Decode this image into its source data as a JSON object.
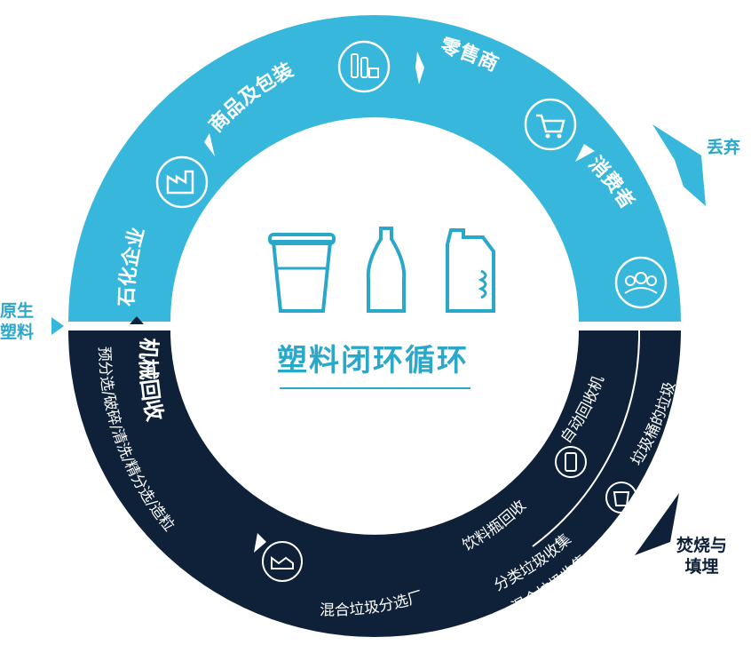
{
  "center": {
    "title": "塑料闭环循环"
  },
  "stages": {
    "petrochemical": "石化企业",
    "goods_packaging": "商品及包装",
    "retailer": "零售商",
    "consumer": "消费者",
    "mechanical_recycling": "机械回收",
    "process_steps": "预分选/破碎/清洗/精分选/造粒",
    "auto_recycling_machine": "自动回收机",
    "bottle_recycling": "饮料瓶回收",
    "sorted_collection": "分类垃圾收集",
    "mixed_collection": "混合垃圾收集",
    "mixed_sorting_plant": "混合垃圾分选厂",
    "trash_bin": "垃圾桶的垃圾"
  },
  "outside": {
    "virgin_plastic_line1": "原生",
    "virgin_plastic_line2": "塑料",
    "discard": "丢弃",
    "incineration_line1": "焚烧与",
    "incineration_line2": "填埋"
  },
  "colors": {
    "ring_top": "#36b7db",
    "ring_bottom": "#0f2138",
    "accent": "#2aa8c9",
    "icon_outline": "#2aa8c9"
  },
  "icons": [
    "factory-icon",
    "bottles-box-icon",
    "shopping-cart-icon",
    "people-icon",
    "bottle-machine-icon",
    "trash-bin-icon",
    "sorting-plant-icon",
    "cup-icon",
    "bottle-icon",
    "jug-icon"
  ]
}
